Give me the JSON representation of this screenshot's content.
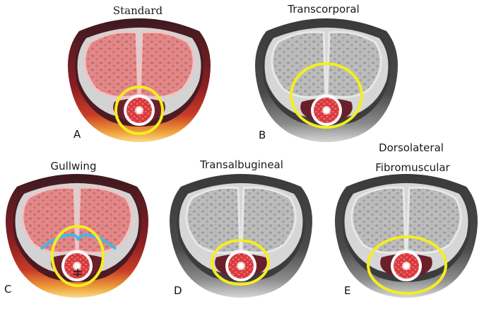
{
  "panels": [
    {
      "letter": "A",
      "title": "Standard",
      "color_mode": "colored"
    },
    {
      "letter": "B",
      "title": "Transcorporal",
      "color_mode": "gray"
    },
    {
      "letter": "C",
      "title": "Gullwing",
      "color_mode": "colored"
    },
    {
      "letter": "D",
      "title": "Transalbugineal",
      "color_mode": "gray"
    },
    {
      "letter": "E",
      "title_line1": "Dorsolateral",
      "title_line2": "Fibromuscular",
      "color_mode": "gray"
    }
  ],
  "colors": {
    "highlight_ring": "#f4ee1e",
    "gullwing_line": "#3fb8e8",
    "corpus_pink": "#e88a8a",
    "urethra_red": "#d8393d",
    "outer_dark": "#5a1e26",
    "gray_fill": "#b8b8b8"
  }
}
